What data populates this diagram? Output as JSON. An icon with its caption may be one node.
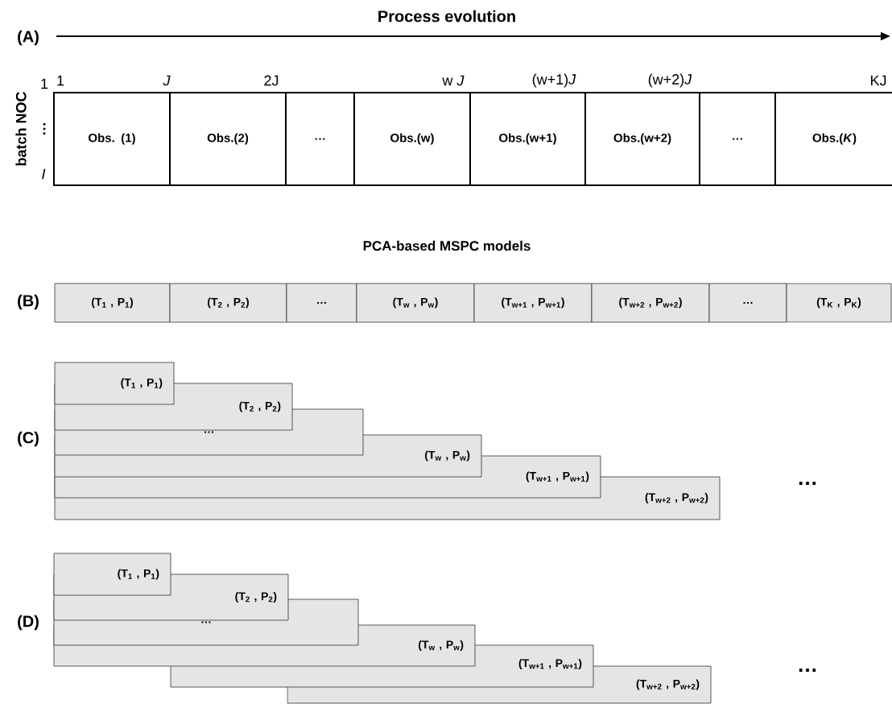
{
  "diagram": {
    "nodes": [
      {
        "text": [
          "Obs. (1)"
        ]
      },
      {
        "text": [
          "Obs.(2)"
        ]
      },
      {
        "text": [
          "…"
        ]
      },
      {
        "text": [
          "Obs.(w)"
        ]
      },
      {
        "text": [
          "Obs.(w+1)"
        ]
      },
      {
        "text": [
          "Obs.(w+2)"
        ]
      },
      {
        "text": [
          "…"
        ]
      },
      {
        "text": [
          "Obs.(*K*)"
        ]
      },
      {
        "text": [
          "(T$_{1}$ , P$_{1}$)"
        ]
      },
      {
        "text": [
          "(T$_{2}$ , P$_{2}$)"
        ]
      },
      {
        "text": [
          "…"
        ]
      },
      {
        "text": [
          "(T$_{w}$ , P$_{w}$)"
        ]
      },
      {
        "text": [
          "(T$_{w+1}$ , P$_{w+1}$)"
        ]
      },
      {
        "text": [
          "(T$_{w+2}$ , P$_{w+2}$)"
        ]
      },
      {
        "text": [
          "…"
        ]
      },
      {
        "text": [
          "(T$_{K}$ , P$_{K}$)"
        ]
      },
      {
        "text": [
          "(T$_{1}$ , P$_{1}$)"
        ]
      },
      {
        "text": [
          "(T$_{2}$ , P$_{2}$)"
        ]
      },
      {
        "text": [
          "…"
        ]
      },
      {
        "text": [
          "(T$_{w}$ , P$_{w}$)"
        ]
      },
      {
        "text": [
          "(T$_{w+1}$ , P$_{w+1}$)"
        ]
      },
      {
        "text": [
          "(T$_{w+2}$ , P$_{w+2}$)"
        ]
      },
      {
        "text": [
          "(T$_{1}$ , P$_{1}$)"
        ]
      },
      {
        "text": [
          "(T$_{2}$ , P$_{2}$)"
        ]
      },
      {
        "text": [
          "…"
        ]
      },
      {
        "text": [
          "(T$_{w}$ , P$_{w}$)"
        ]
      },
      {
        "text": [
          "(T$_{w+1}$ , P$_{w+1}$)"
        ]
      },
      {
        "text": [
          "(T$_{w+2}$ , P$_{w+2}$)"
        ]
      }
    ],
    "edges": [],
    "labels": [
      "Process evolution",
      "(A)",
      "1",
      "J",
      "2J",
      "w *J*",
      "(w+1)*J*",
      "(w+2)*J*",
      "KJ",
      "batch NOC",
      "1",
      "…",
      "I",
      "PCA-based MSPC models",
      "(B)",
      "(C)",
      "…",
      "(D)",
      "…"
    ]
  }
}
